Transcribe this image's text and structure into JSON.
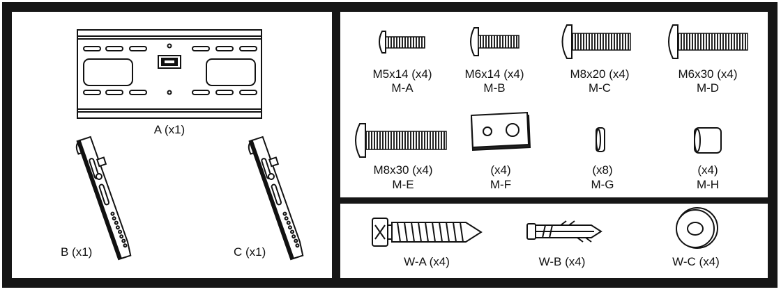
{
  "panels": {
    "bracket": {
      "wall_plate": {
        "label": "A (x1)"
      },
      "arm_left": {
        "label": "B (x1)"
      },
      "arm_right": {
        "label": "C (x1)"
      }
    },
    "hardware_m": {
      "items": [
        {
          "size": "M5x14 (x4)",
          "code": "M-A",
          "kind": "screw"
        },
        {
          "size": "M6x14 (x4)",
          "code": "M-B",
          "kind": "screw"
        },
        {
          "size": "M8x20 (x4)",
          "code": "M-C",
          "kind": "screw"
        },
        {
          "size": "M6x30 (x4)",
          "code": "M-D",
          "kind": "screw"
        },
        {
          "size": "M8x30 (x4)",
          "code": "M-E",
          "kind": "screw"
        },
        {
          "size": "(x4)",
          "code": "M-F",
          "kind": "plate"
        },
        {
          "size": "(x8)",
          "code": "M-G",
          "kind": "spacer-small"
        },
        {
          "size": "(x4)",
          "code": "M-H",
          "kind": "spacer-large"
        }
      ]
    },
    "hardware_w": {
      "items": [
        {
          "label": "W-A (x4)",
          "kind": "lag-bolt"
        },
        {
          "label": "W-B (x4)",
          "kind": "anchor"
        },
        {
          "label": "W-C (x4)",
          "kind": "washer"
        }
      ]
    }
  }
}
